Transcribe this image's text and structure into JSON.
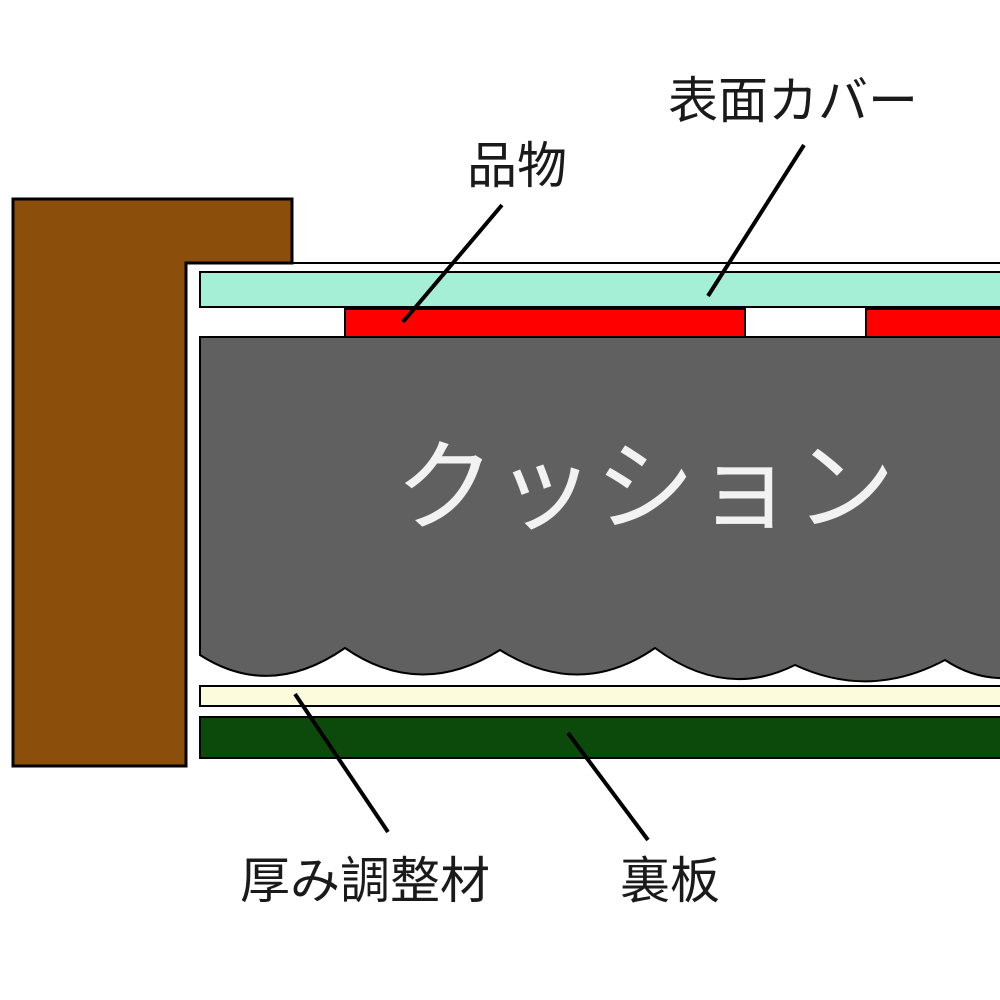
{
  "labels": {
    "surface_cover": "表面カバー",
    "item": "品物",
    "cushion": "クッション",
    "thickness_adjuster": "厚み調整材",
    "back_board": "裏板"
  },
  "colors": {
    "frame": "#8b4f0b",
    "surface_cover": "#a6efd7",
    "item": "#ff0000",
    "cushion": "#606060",
    "thickness_adjuster": "#fcfcdc",
    "back_board": "#0c4a0c",
    "outline": "#000000"
  }
}
